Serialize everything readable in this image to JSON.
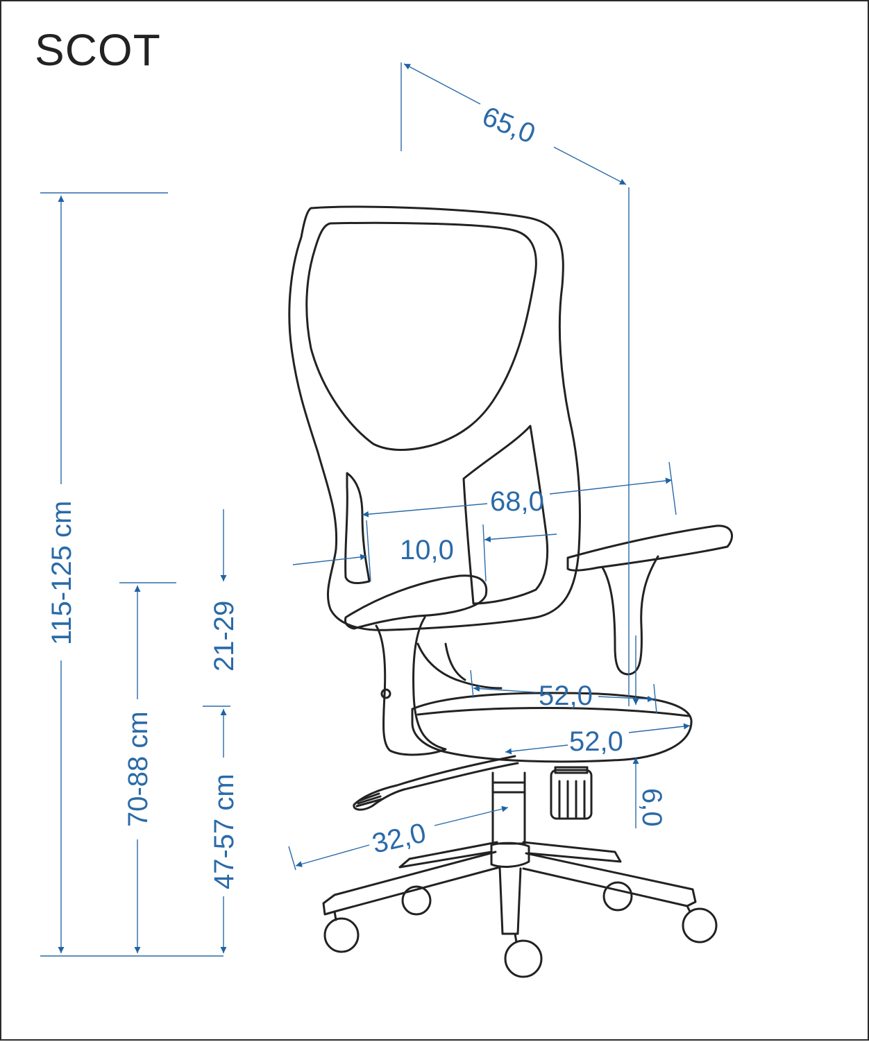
{
  "title": "SCOT",
  "dimensions": {
    "total_height": "115-125 cm",
    "armrest_height": "70-88 cm",
    "backrest_height": "21-29",
    "seat_height": "47-57 cm",
    "depth": "65,0",
    "width": "68,0",
    "backrest_side": "10,0",
    "seat_width": "52,0",
    "seat_depth": "52,0",
    "seat_thickness": "6,0",
    "armrest_gap": "32,0"
  }
}
